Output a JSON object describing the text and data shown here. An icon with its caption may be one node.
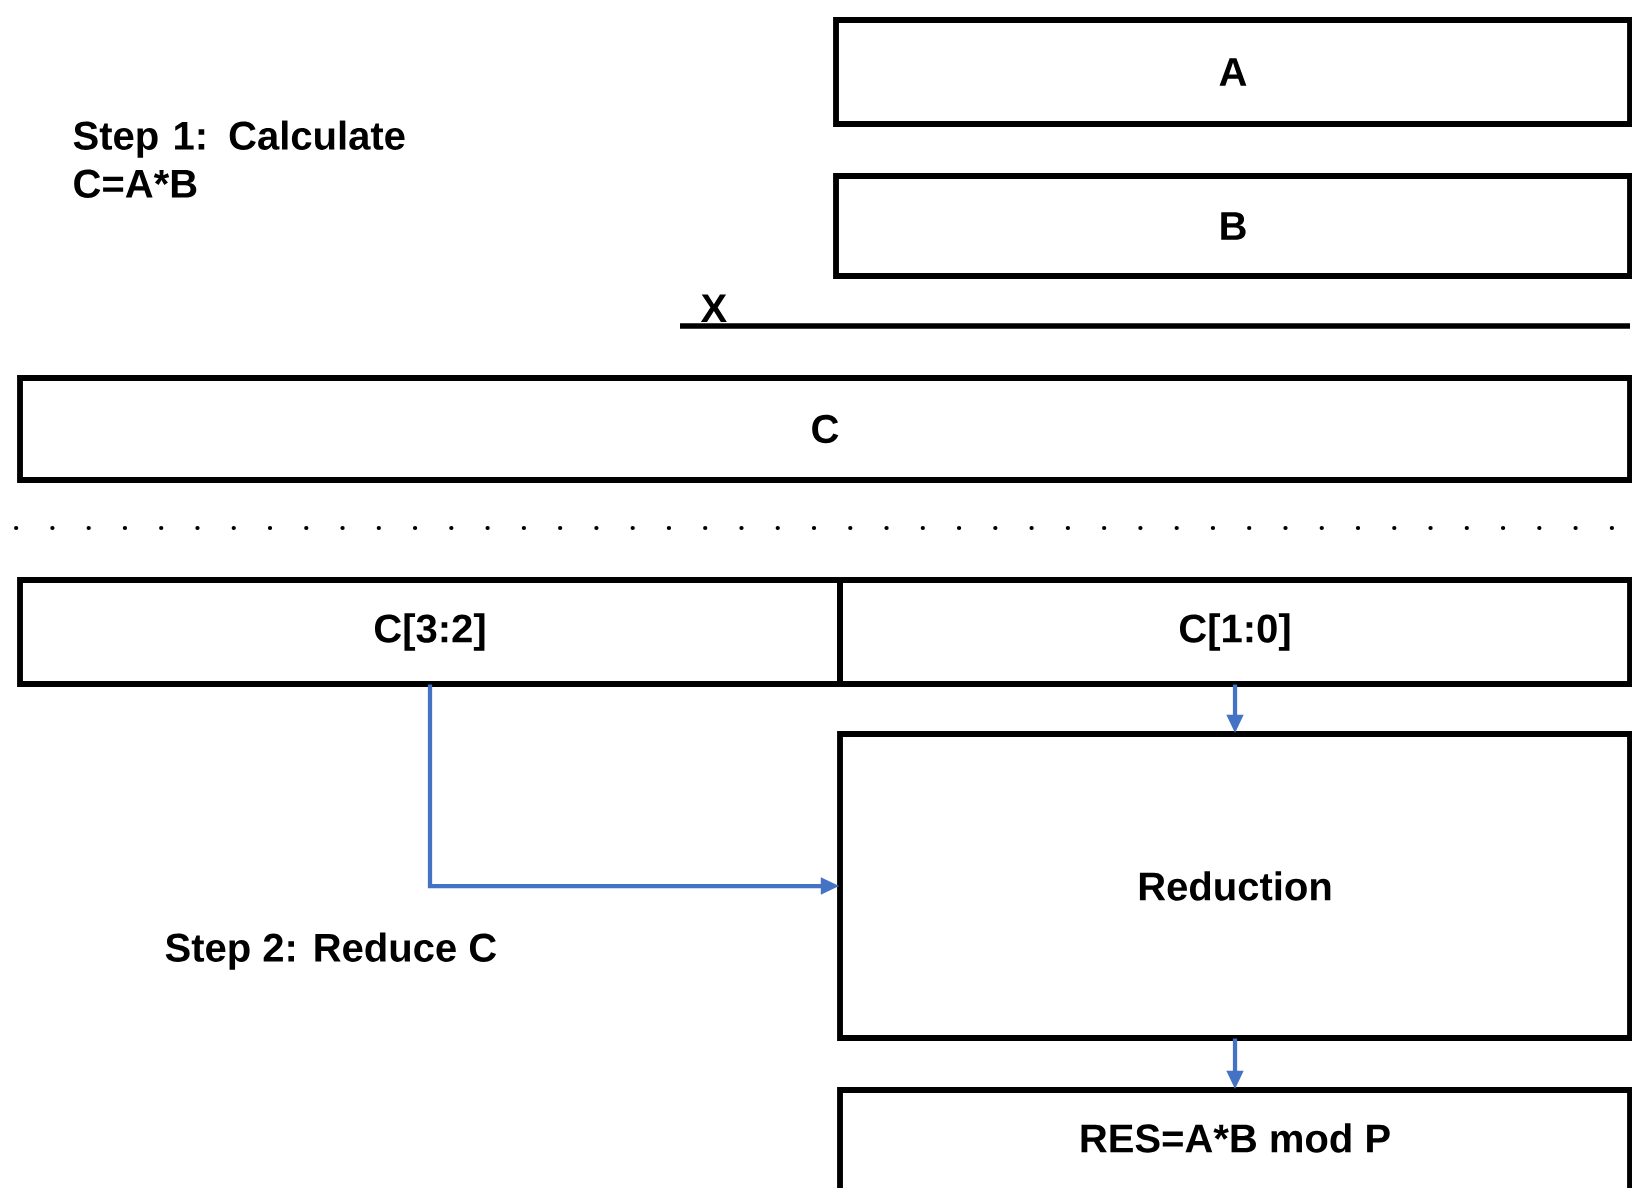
{
  "diagram": {
    "nodes": [
      {
        "text": [
          "A"
        ]
      },
      {
        "text": [
          "B"
        ]
      },
      {
        "text": [
          "C"
        ]
      },
      {
        "text": [
          "C[3:2]"
        ]
      },
      {
        "text": [
          "C[1:0]"
        ]
      },
      {
        "text": [
          "Reduction"
        ]
      },
      {
        "text": [
          "RES=A*B mod P"
        ]
      }
    ],
    "edges": [
      {
        "from": 3,
        "to": 5,
        "arrow": "to"
      },
      {
        "from": 4,
        "to": 5,
        "arrow": "to"
      },
      {
        "from": 5,
        "to": 6,
        "arrow": "to"
      }
    ],
    "labels": [
      "Step 1: Calculate C=A*B",
      "X",
      "Step 2: Reduce C"
    ]
  }
}
